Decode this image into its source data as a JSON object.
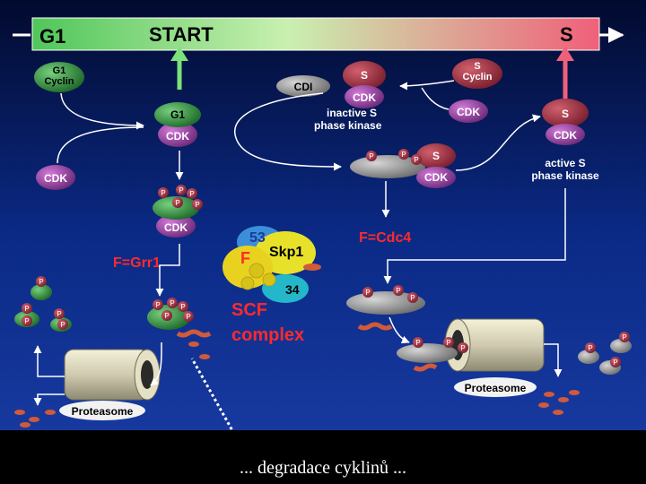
{
  "colors": {
    "bar_start": "#5ec95a",
    "bar_end": "#f0607a",
    "green_arrow": "#7ee07a",
    "pink_arrow": "#f0607a",
    "red_label": "#ff2a2a",
    "cdk_purple": "#8a3a94",
    "s_red": "#9c2f3f",
    "g1_green": "#2f8a3c",
    "cdi_gray": "#8c8c8c",
    "background": "#0b2a86"
  },
  "header": {
    "phase_g1": "G1",
    "phase_start": "START",
    "phase_s": "S"
  },
  "molecules": {
    "g1_cyclin": [
      "G1",
      "Cyclin"
    ],
    "g1": "G1",
    "cdk": "CDK",
    "s": "S",
    "s_cyclin": [
      "S",
      "Cyclin"
    ],
    "cdi": "CDI",
    "phospho": "P"
  },
  "labels": {
    "inactive_kinase": [
      "inactive S",
      "phase kinase"
    ],
    "active_kinase": [
      "active S",
      "phase kinase"
    ],
    "f_grr1": "F=Grr1",
    "f_cdc4": "F=Cdc4",
    "scf_53": "53",
    "scf_skp1": "Skp1",
    "scf_f": "F",
    "scf_34": "34",
    "scf_title": [
      "SCF",
      "complex"
    ],
    "proteasome": "Proteasome"
  },
  "caption": "... degradace cyklinů ..."
}
